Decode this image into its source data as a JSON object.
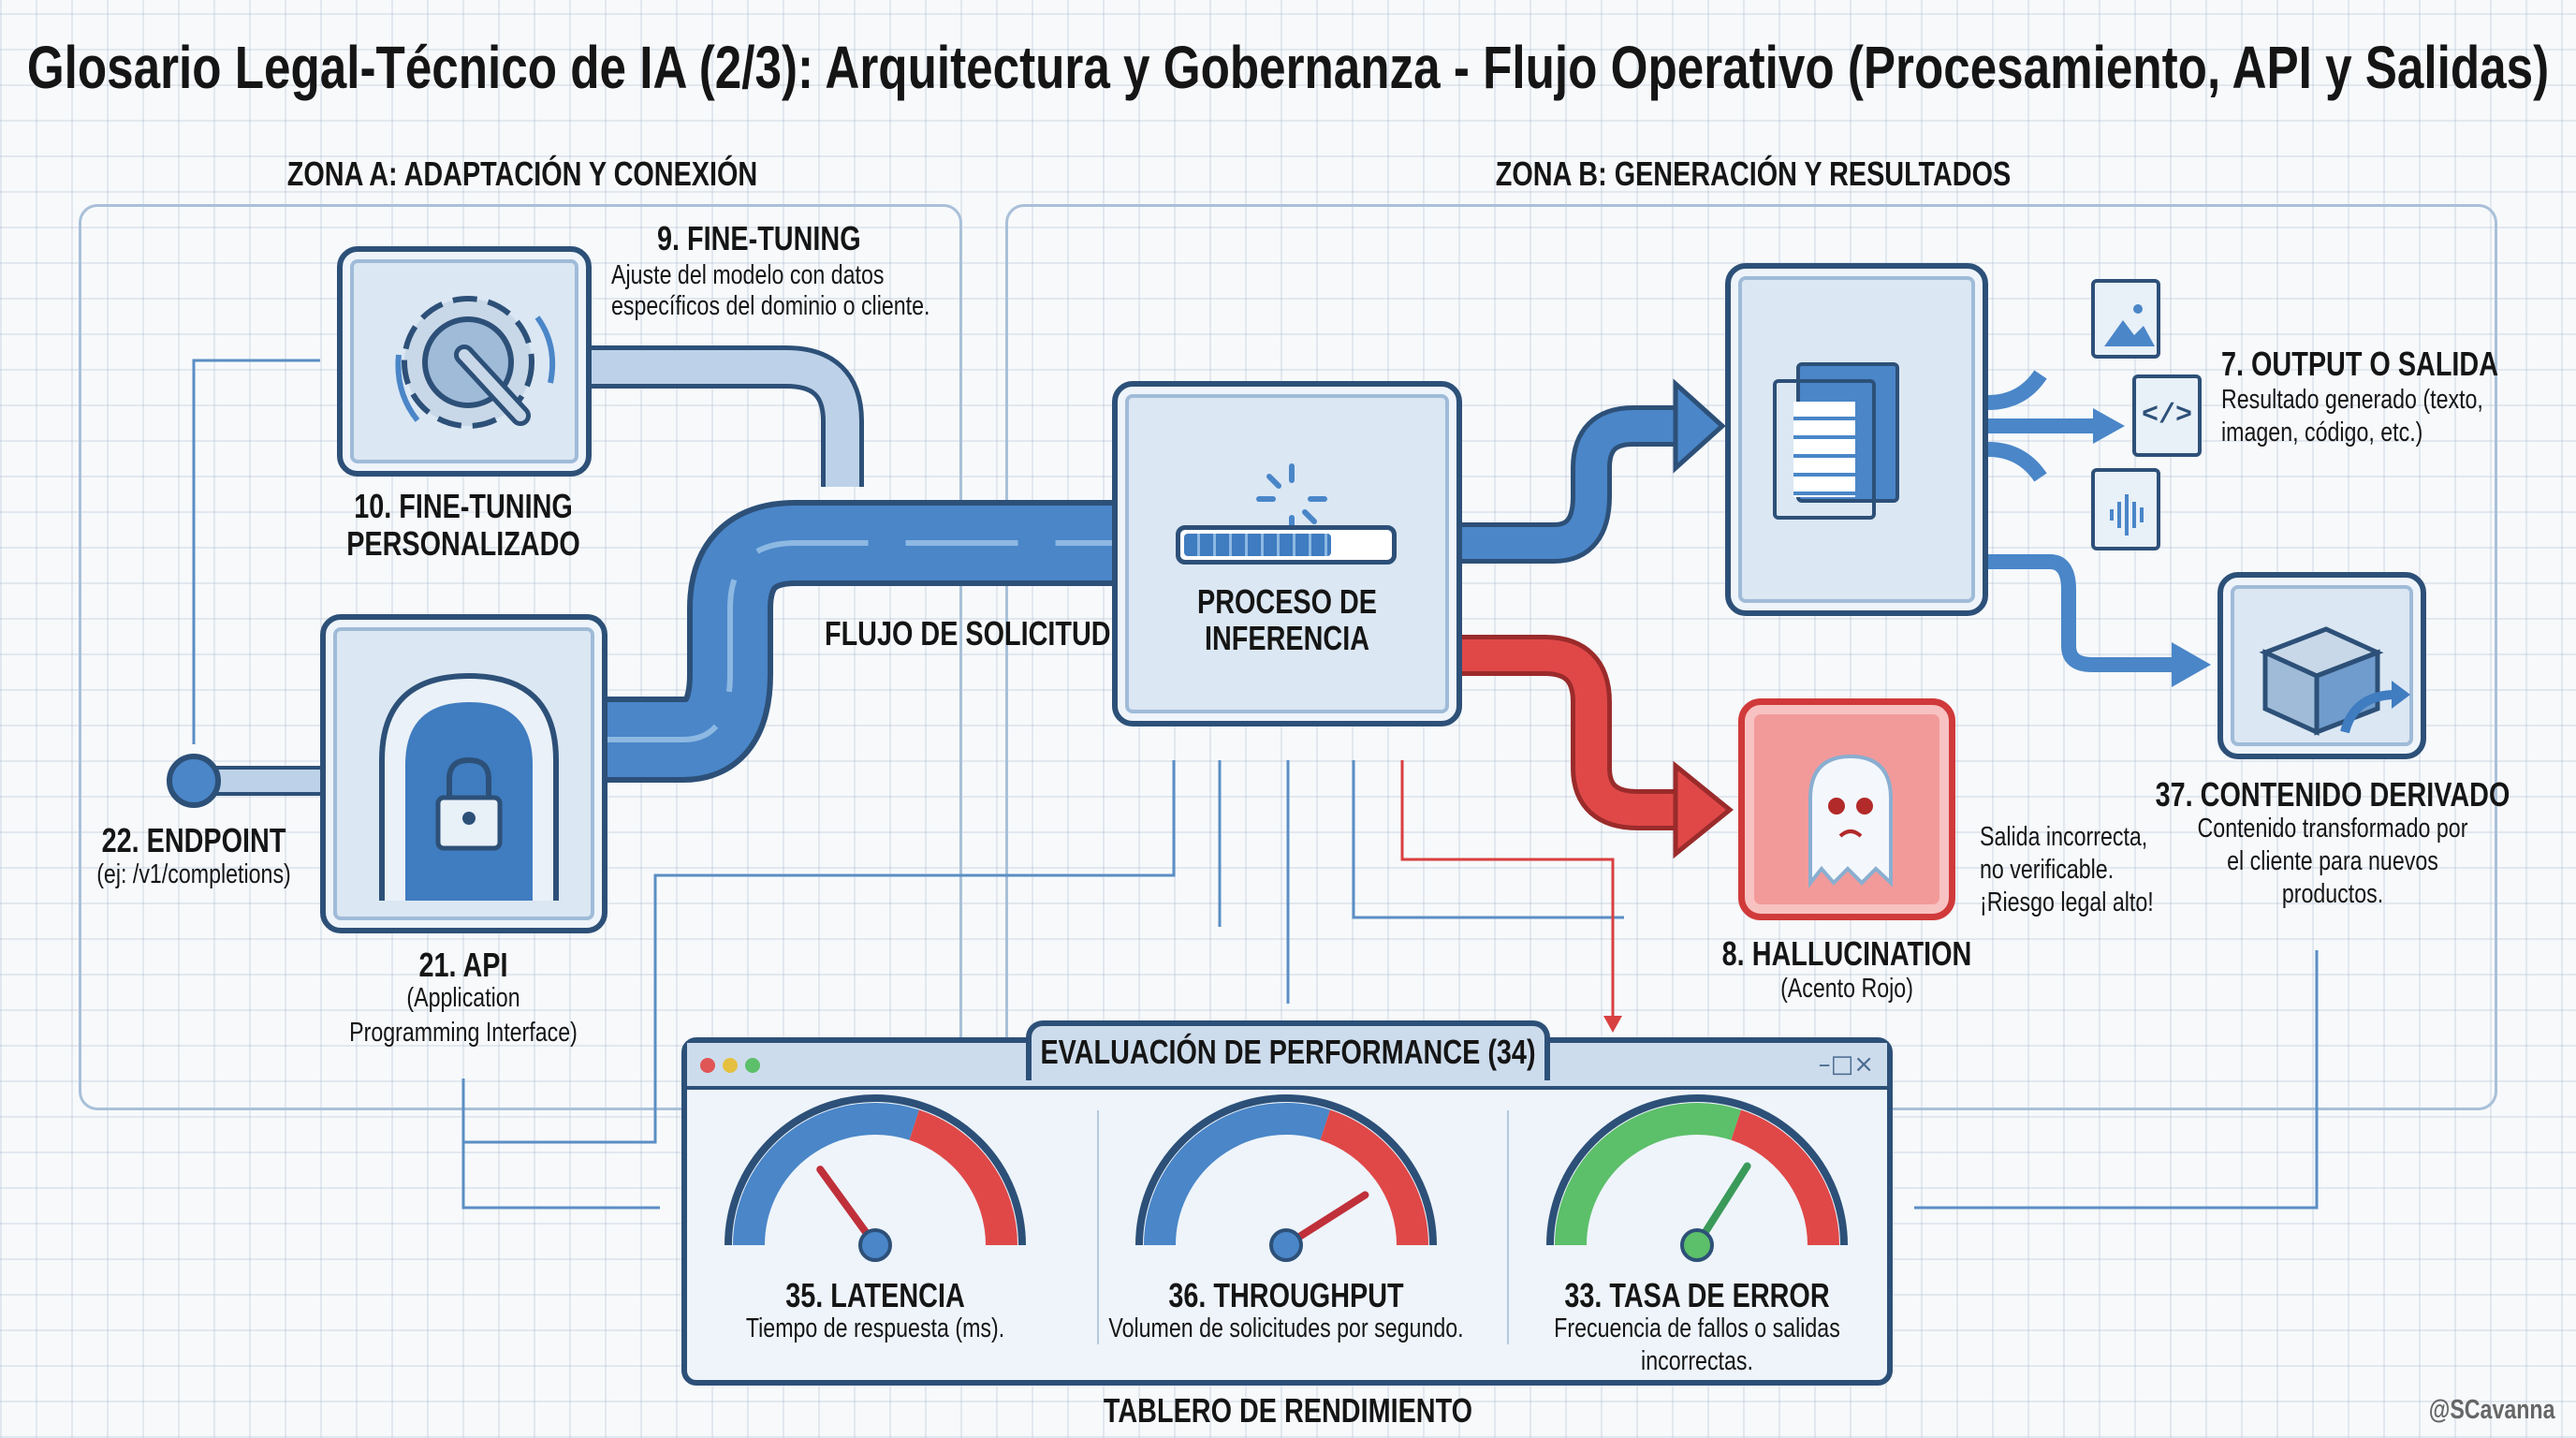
{
  "title": "Glosario Legal-Técnico de IA (2/3): Arquitectura y Gobernanza - Flujo Operativo (Procesamiento, API y Salidas)",
  "zones": {
    "a": "ZONA A: ADAPTACIÓN Y CONEXIÓN",
    "b": "ZONA B: GENERACIÓN Y RESULTADOS"
  },
  "fine_tuning": {
    "title": "9. FINE-TUNING",
    "desc": [
      "Ajuste del modelo con datos",
      "específicos del dominio o cliente."
    ]
  },
  "fine_tuning_custom": {
    "title": [
      "10. FINE-TUNING",
      "PERSONALIZADO"
    ]
  },
  "endpoint": {
    "title": "22. ENDPOINT",
    "desc": "(ej: /v1/completions)"
  },
  "api": {
    "title": "21. API",
    "desc": [
      "(Application",
      "Programming Interface)"
    ]
  },
  "request_flow": "FLUJO DE SOLICITUD",
  "inference": {
    "title": [
      "PROCESO DE",
      "INFERENCIA"
    ],
    "progress": 0.72
  },
  "output": {
    "title": "7. OUTPUT O SALIDA",
    "desc": [
      "Resultado generado (texto,",
      "imagen, código, etc.)"
    ],
    "icons": [
      "image-file-icon",
      "code-file-icon",
      "audio-file-icon"
    ]
  },
  "derived": {
    "title": "37. CONTENIDO DERIVADO",
    "desc": [
      "Contenido transformado por",
      "el cliente para nuevos",
      "productos."
    ]
  },
  "hallucination": {
    "title": "8. HALLUCINATION",
    "subtitle": "(Acento Rojo)",
    "desc": [
      "Salida incorrecta,",
      "no verificable.",
      "¡Riesgo legal alto!"
    ]
  },
  "dashboard": {
    "title": "EVALUACIÓN DE PERFORMANCE (34)",
    "caption": "TABLERO DE RENDIMIENTO",
    "gauges": [
      {
        "title": "35. LATENCIA",
        "desc": [
          "Tiempo de respuesta (ms)."
        ],
        "needle_level": 0.3,
        "colors": [
          "#4a86c8",
          "#e04848"
        ]
      },
      {
        "title": "36. THROUGHPUT",
        "desc": [
          "Volumen de solicitudes por segundo."
        ],
        "needle_level": 0.82,
        "colors": [
          "#4a86c8",
          "#e04848"
        ]
      },
      {
        "title": "33. TASA DE ERROR",
        "desc": [
          "Frecuencia de fallos o salidas",
          "incorrectas."
        ],
        "needle_level": 0.68,
        "colors": [
          "#5cbf6a",
          "#e04848"
        ]
      }
    ]
  },
  "credit": "@SCavanna",
  "colors": {
    "blue": "#3f7cc0",
    "dark": "#2d5078",
    "red": "#e04848",
    "green": "#5cbf6a"
  }
}
